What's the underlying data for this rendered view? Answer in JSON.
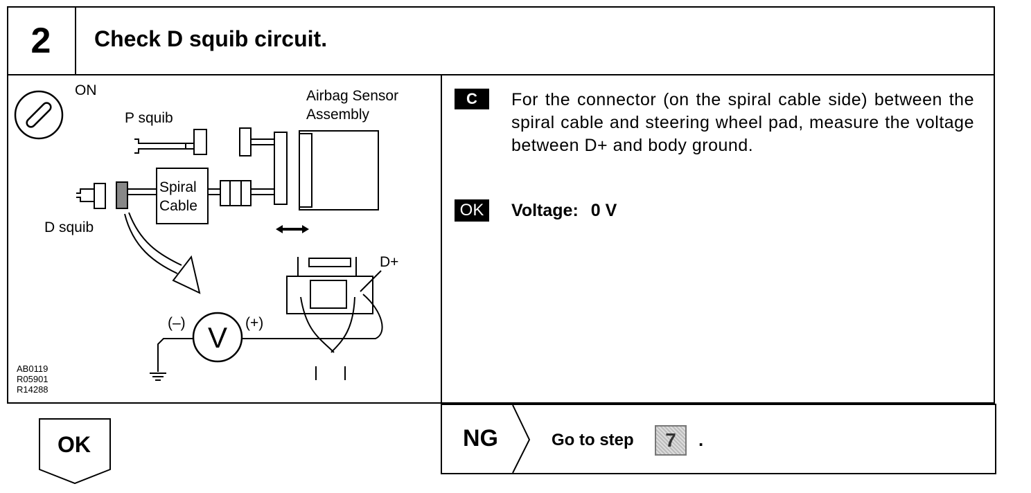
{
  "step": {
    "number": "2",
    "title": "Check D squib circuit."
  },
  "diagram": {
    "ignition": "ON",
    "p_squib": "P squib",
    "d_squib": "D squib",
    "sensor_line1": "Airbag Sensor",
    "sensor_line2": "Assembly",
    "spiral_line1": "Spiral",
    "spiral_line2": "Cable",
    "minus": "(–)",
    "plus": "(+)",
    "meter": "V",
    "terminal": "D+",
    "refs": [
      "AB0119",
      "R05901",
      "R14288"
    ]
  },
  "instruction": {
    "badge": "C",
    "text": "For the connector (on the spiral cable side) between the spiral cable and steering wheel pad, measure the voltage between D+ and body ground."
  },
  "result": {
    "badge": "OK",
    "label": "Voltage:",
    "value": "0 V"
  },
  "ok_path": {
    "label": "OK"
  },
  "ng_path": {
    "label": "NG",
    "text": "Go to step",
    "step": "7",
    "period": "."
  }
}
